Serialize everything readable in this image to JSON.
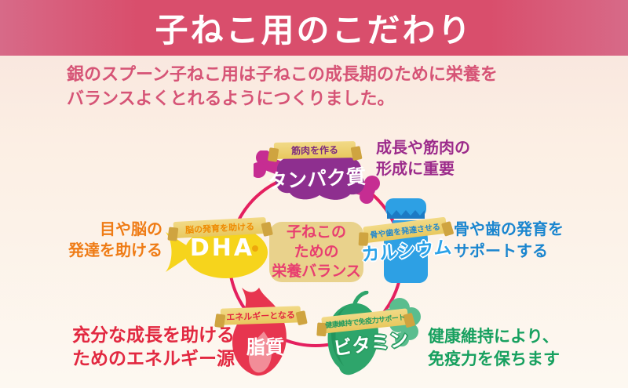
{
  "header": {
    "title": "子ねこ用のこだわり"
  },
  "intro": {
    "line1": "銀のスプーン子ねこ用は子ねこの成長期のために栄養を",
    "line2": "バランスよくとれるようにつくりました。"
  },
  "center_badge": {
    "line1": "子ねこの",
    "line2": "ための",
    "line3": "栄養バランス"
  },
  "nutrients": {
    "protein": {
      "ribbon": "筋肉を作る",
      "label": "タンパク質",
      "note_line1": "成長や筋肉の",
      "note_line2": "形成に重要",
      "icon": "meat-on-bone-icon",
      "accent_color": "#8e2f8f"
    },
    "calcium": {
      "ribbon": "骨や歯を発達させる",
      "label": "カルシウム",
      "note_line1": "骨や歯の発育を",
      "note_line2": "サポートする",
      "icon": "milk-bottle-icon",
      "accent_color": "#2da0e4"
    },
    "vitamin": {
      "ribbon": "健康維持で免疫力サポート",
      "label": "ビタミン",
      "note_line1": "健康維持により、",
      "note_line2": "免疫力を保ちます",
      "icon": "vegetables-icon",
      "accent_color": "#2ea56b"
    },
    "fat": {
      "ribbon": "エネルギーとなる",
      "label": "脂質",
      "note_line1": "充分な成長を助ける",
      "note_line2": "ためのエネルギー源",
      "icon": "flame-icon",
      "accent_color": "#e7314d"
    },
    "dha": {
      "ribbon": "脳の発育を助ける",
      "label": "DHA",
      "note_line1": "目や脳の",
      "note_line2": "発達を助ける",
      "icon": "fish-icon",
      "accent_color": "#f6d414"
    }
  },
  "colors": {
    "banner_pink": "#d94e6c",
    "banner_pink_edge": "#d76a88",
    "ring_crimson": "#e4205f",
    "center_badge_fill": "#e9d28c",
    "center_badge_text": "#e83e70",
    "intro_text": "#d65476",
    "ribbon_gold": "#eccd67"
  }
}
